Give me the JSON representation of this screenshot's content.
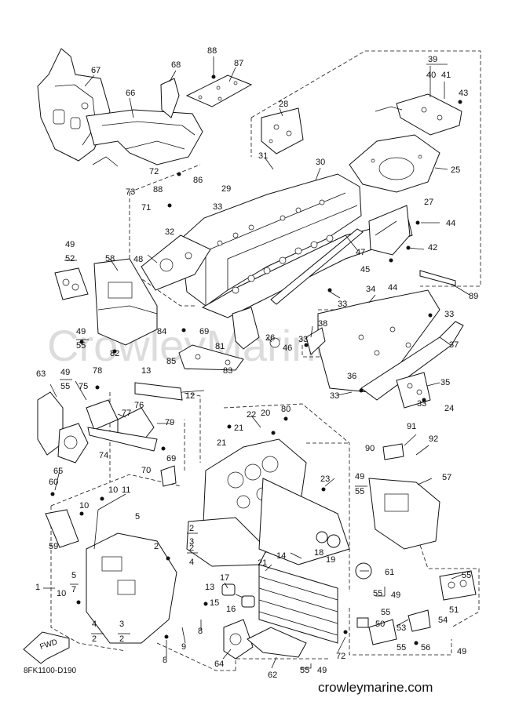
{
  "diagram_code": "8FK1100-D190",
  "watermark": "CrowleyMarine",
  "site": "crowleymarine.com",
  "direction_label": "FWD",
  "callouts": [
    {
      "id": "c67",
      "text": "67"
    },
    {
      "id": "c68",
      "text": "68"
    },
    {
      "id": "c88a",
      "text": "88"
    },
    {
      "id": "c87",
      "text": "87"
    },
    {
      "id": "c39",
      "text": "39"
    },
    {
      "id": "c40",
      "text": "40"
    },
    {
      "id": "c41",
      "text": "41"
    },
    {
      "id": "c43",
      "text": "43"
    },
    {
      "id": "c66",
      "text": "66"
    },
    {
      "id": "c28",
      "text": "28"
    },
    {
      "id": "c31",
      "text": "31"
    },
    {
      "id": "c30",
      "text": "30"
    },
    {
      "id": "c25",
      "text": "25"
    },
    {
      "id": "c72a",
      "text": "72"
    },
    {
      "id": "c73",
      "text": "73"
    },
    {
      "id": "c86",
      "text": "86"
    },
    {
      "id": "c29",
      "text": "29"
    },
    {
      "id": "c88b",
      "text": "88"
    },
    {
      "id": "c71",
      "text": "71"
    },
    {
      "id": "c33a",
      "text": "33"
    },
    {
      "id": "c27",
      "text": "27"
    },
    {
      "id": "c44a",
      "text": "44"
    },
    {
      "id": "c32",
      "text": "32"
    },
    {
      "id": "c49a",
      "text": "49"
    },
    {
      "id": "c52",
      "text": "52"
    },
    {
      "id": "c58",
      "text": "58"
    },
    {
      "id": "c48",
      "text": "48"
    },
    {
      "id": "c47",
      "text": "47"
    },
    {
      "id": "c42",
      "text": "42"
    },
    {
      "id": "c45",
      "text": "45"
    },
    {
      "id": "c44b",
      "text": "44"
    },
    {
      "id": "c89",
      "text": "89"
    },
    {
      "id": "c33b",
      "text": "33"
    },
    {
      "id": "c34",
      "text": "34"
    },
    {
      "id": "c33c",
      "text": "33"
    },
    {
      "id": "c49b",
      "text": "49"
    },
    {
      "id": "c55a",
      "text": "55"
    },
    {
      "id": "c84",
      "text": "84"
    },
    {
      "id": "c69a",
      "text": "69"
    },
    {
      "id": "c81",
      "text": "81"
    },
    {
      "id": "c38",
      "text": "38"
    },
    {
      "id": "c26",
      "text": "26"
    },
    {
      "id": "c46",
      "text": "46"
    },
    {
      "id": "c33d",
      "text": "33"
    },
    {
      "id": "c37",
      "text": "37"
    },
    {
      "id": "c82",
      "text": "82"
    },
    {
      "id": "c85",
      "text": "85"
    },
    {
      "id": "c63",
      "text": "63"
    },
    {
      "id": "c49c",
      "text": "49"
    },
    {
      "id": "c55b",
      "text": "55"
    },
    {
      "id": "c78",
      "text": "78"
    },
    {
      "id": "c13a",
      "text": "13"
    },
    {
      "id": "c83",
      "text": "83"
    },
    {
      "id": "c36",
      "text": "36"
    },
    {
      "id": "c35",
      "text": "35"
    },
    {
      "id": "c75",
      "text": "75"
    },
    {
      "id": "c12",
      "text": "12"
    },
    {
      "id": "c33e",
      "text": "33"
    },
    {
      "id": "c33f",
      "text": "33"
    },
    {
      "id": "c24",
      "text": "24"
    },
    {
      "id": "c77",
      "text": "77"
    },
    {
      "id": "c76",
      "text": "76"
    },
    {
      "id": "c79",
      "text": "79"
    },
    {
      "id": "c80",
      "text": "80"
    },
    {
      "id": "c22",
      "text": "22"
    },
    {
      "id": "c20",
      "text": "20"
    },
    {
      "id": "c21a",
      "text": "21"
    },
    {
      "id": "c74",
      "text": "74"
    },
    {
      "id": "c91",
      "text": "91"
    },
    {
      "id": "c65",
      "text": "65"
    },
    {
      "id": "c90",
      "text": "90"
    },
    {
      "id": "c92",
      "text": "92"
    },
    {
      "id": "c21b",
      "text": "21"
    },
    {
      "id": "c69b",
      "text": "69"
    },
    {
      "id": "c70",
      "text": "70"
    },
    {
      "id": "c23",
      "text": "23"
    },
    {
      "id": "c49d",
      "text": "49"
    },
    {
      "id": "c55c",
      "text": "55"
    },
    {
      "id": "c57",
      "text": "57"
    },
    {
      "id": "c60",
      "text": "60"
    },
    {
      "id": "c10a",
      "text": "10"
    },
    {
      "id": "c11",
      "text": "11"
    },
    {
      "id": "c10b",
      "text": "10"
    },
    {
      "id": "c5a",
      "text": "5"
    },
    {
      "id": "c2a",
      "text": "2"
    },
    {
      "id": "c3a",
      "text": "3"
    },
    {
      "id": "c59",
      "text": "59"
    },
    {
      "id": "c2b",
      "text": "2"
    },
    {
      "id": "c2c",
      "text": "2"
    },
    {
      "id": "c4a",
      "text": "4"
    },
    {
      "id": "c18",
      "text": "18"
    },
    {
      "id": "c19",
      "text": "19"
    },
    {
      "id": "c61",
      "text": "61"
    },
    {
      "id": "c5b",
      "text": "5"
    },
    {
      "id": "c7",
      "text": "7"
    },
    {
      "id": "c1",
      "text": "1"
    },
    {
      "id": "c21c",
      "text": "21"
    },
    {
      "id": "c14",
      "text": "14"
    },
    {
      "id": "c55d",
      "text": "55"
    },
    {
      "id": "c49e",
      "text": "49"
    },
    {
      "id": "c10c",
      "text": "10"
    },
    {
      "id": "c13b",
      "text": "13"
    },
    {
      "id": "c17",
      "text": "17"
    },
    {
      "id": "c15",
      "text": "15"
    },
    {
      "id": "c16",
      "text": "16"
    },
    {
      "id": "c55e",
      "text": "55"
    },
    {
      "id": "c51",
      "text": "51"
    },
    {
      "id": "c55f",
      "text": "55"
    },
    {
      "id": "c4b",
      "text": "4"
    },
    {
      "id": "c2d",
      "text": "2"
    },
    {
      "id": "c3b",
      "text": "3"
    },
    {
      "id": "c2e",
      "text": "2"
    },
    {
      "id": "c8a",
      "text": "8"
    },
    {
      "id": "c50",
      "text": "50"
    },
    {
      "id": "c53",
      "text": "53"
    },
    {
      "id": "c54",
      "text": "54"
    },
    {
      "id": "c9",
      "text": "9"
    },
    {
      "id": "c55g",
      "text": "55"
    },
    {
      "id": "c56",
      "text": "56"
    },
    {
      "id": "c8b",
      "text": "8"
    },
    {
      "id": "c64",
      "text": "64"
    },
    {
      "id": "c72b",
      "text": "72"
    },
    {
      "id": "c62",
      "text": "62"
    },
    {
      "id": "c55h",
      "text": "55"
    },
    {
      "id": "c49f",
      "text": "49"
    },
    {
      "id": "c49g",
      "text": "49"
    }
  ]
}
